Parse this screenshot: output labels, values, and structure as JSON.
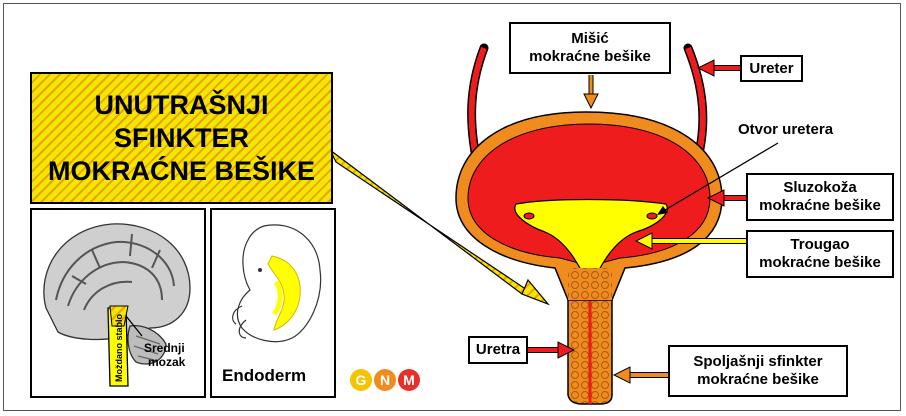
{
  "title": [
    "UNUTRAŠNJI",
    "SFINKTER",
    "MOKRAĆNE BEŠIKE"
  ],
  "labels": {
    "misic": [
      "Mišić",
      "mokraćne bešike"
    ],
    "ureter": "Ureter",
    "otvor_uretera": "Otvor uretera",
    "sluzokoza": [
      "Sluzokoža",
      "mokraćne bešike"
    ],
    "trougao": [
      "Trougao",
      "mokraćne bešike"
    ],
    "uretra": "Uretra",
    "spoljasnji": [
      "Spoljašnji sfinkter",
      "mokraćne bešike"
    ]
  },
  "brain_panel": {
    "brainstem_label": "Moždano stablo",
    "midbrain_label": [
      "Srednji",
      "mozak"
    ]
  },
  "embryo_panel": {
    "label": "Endoderm"
  },
  "logo": [
    "G",
    "N",
    "M"
  ],
  "colors": {
    "muscle": "#f08c1e",
    "mucosa": "#ee1c1c",
    "trigone": "#ffff00",
    "logo_g": "#f5c400",
    "logo_n": "#f08c1e",
    "logo_m": "#e8302a"
  }
}
